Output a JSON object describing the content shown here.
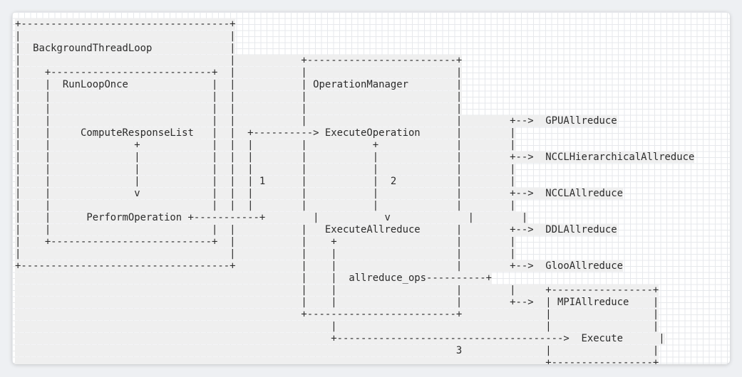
{
  "diagram": {
    "lines": [
      "+-----------------------------------+",
      "|                                   |",
      "|  BackgroundThreadLoop             |",
      "|                                   |           +-------------------------+",
      "|    +---------------------------+  |           |                         |",
      "|    |  RunLoopOnce              |  |           | OperationManager        |",
      "|    |                           |  |           |                         |",
      "|    |                           |  |           |                         |",
      "|    |                           |  |           |                         |        +-->  GPUAllreduce",
      "|    |     ComputeResponseList   |  |  +----------> ExecuteOperation      |        |",
      "|    |              +            |  |  |        |           +             |        |",
      "|    |              |            |  |  |        |           |             |        +-->  NCCLHierarchicalAllreduce",
      "|    |              |            |  |  |        |           |             |        |",
      "|    |              |            |  |  | 1      |           |  2          |        |",
      "|    |              v            |  |  |        |           |             |        +-->  NCCLAllreduce",
      "|    |                           |  |  |        |           |             |        |",
      "|    |      PerformOperation +-----------+        |           v             |        |",
      "|    |                           |  |           |   ExecuteAllreduce      |        +-->  DDLAllreduce",
      "|    +---------------------------+  |           |    +                    |        |",
      "|                                   |           |    |                    |        |",
      "+-----------------------------------+           |    |                    |        +-->  GlooAllreduce",
      "                                                |    |  allreduce_ops----------+",
      "                                                |    |                    |        |     +-----------------+",
      "                                                |    |                    |        +-->  | MPIAllreduce    |",
      "                                                +-------------------------+              |                 |",
      "                                                     |                                   |                 |",
      "                                                     +-------------------------------------->  Execute      |",
      "                                                                          3              |                 |",
      "                                                                                         +-----------------+"
    ],
    "labels": {
      "background_thread_loop": "BackgroundThreadLoop",
      "run_loop_once": "RunLoopOnce",
      "compute_response_list": "ComputeResponseList",
      "perform_operation": "PerformOperation",
      "operation_manager": "OperationManager",
      "execute_operation": "ExecuteOperation",
      "execute_allreduce": "ExecuteAllreduce",
      "allreduce_ops": "allreduce_ops",
      "gpu_allreduce": "GPUAllreduce",
      "nccl_hierarchical_allreduce": "NCCLHierarchicalAllreduce",
      "nccl_allreduce": "NCCLAllreduce",
      "ddl_allreduce": "DDLAllreduce",
      "gloo_allreduce": "GlooAllreduce",
      "mpi_allreduce": "MPIAllreduce",
      "execute": "Execute",
      "step_1": "1",
      "step_2": "2",
      "step_3": "3"
    }
  }
}
